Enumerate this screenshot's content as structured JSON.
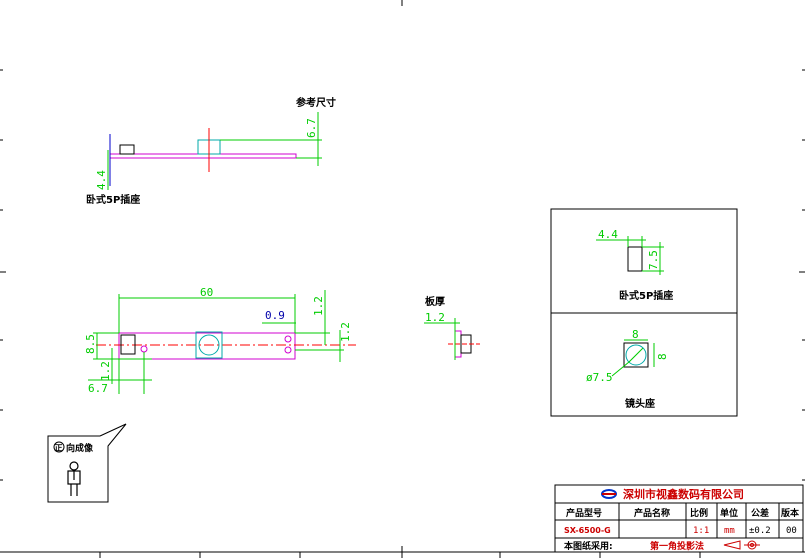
{
  "ref_view": {
    "title": "参考尺寸",
    "dim_height": "6.7",
    "dim_left": "4.4",
    "connector_label": "卧式5P插座"
  },
  "main_view": {
    "dim_length": "60",
    "dim_right_top": "1.2",
    "dim_offset": "0.9",
    "dim_right_side": "1.2",
    "dim_height": "8.5",
    "dim_hole_y": "1.2",
    "dim_hole_x": "6.7"
  },
  "board_thickness": {
    "label": "板厚",
    "value": "1.2"
  },
  "orientation_box": {
    "label": "向成像",
    "mark": "正"
  },
  "detail_panel": {
    "connector": {
      "dim_width": "4.4",
      "dim_height": "7.5",
      "label": "卧式5P插座"
    },
    "lens": {
      "dim_width": "8",
      "dim_height": "8",
      "dim_diameter": "ø7.5",
      "label": "镜头座"
    }
  },
  "title_block": {
    "company": "深圳市视鑫数码有限公司",
    "headers": [
      "产品型号",
      "产品名称",
      "比例",
      "单位",
      "公差",
      "版本"
    ],
    "values": [
      "SX-6500-G",
      "",
      "1:1",
      "mm",
      "±0.2",
      "00"
    ],
    "footer_label": "本图纸采用:",
    "projection": "第一角投影法"
  },
  "colors": {
    "dimension": "#00cc00",
    "outline": "#d000d0",
    "hole": "#00aaaa",
    "center": "#ff0000",
    "ref_line": "#0000cc",
    "company": "#cc0000",
    "frame": "#000000"
  }
}
